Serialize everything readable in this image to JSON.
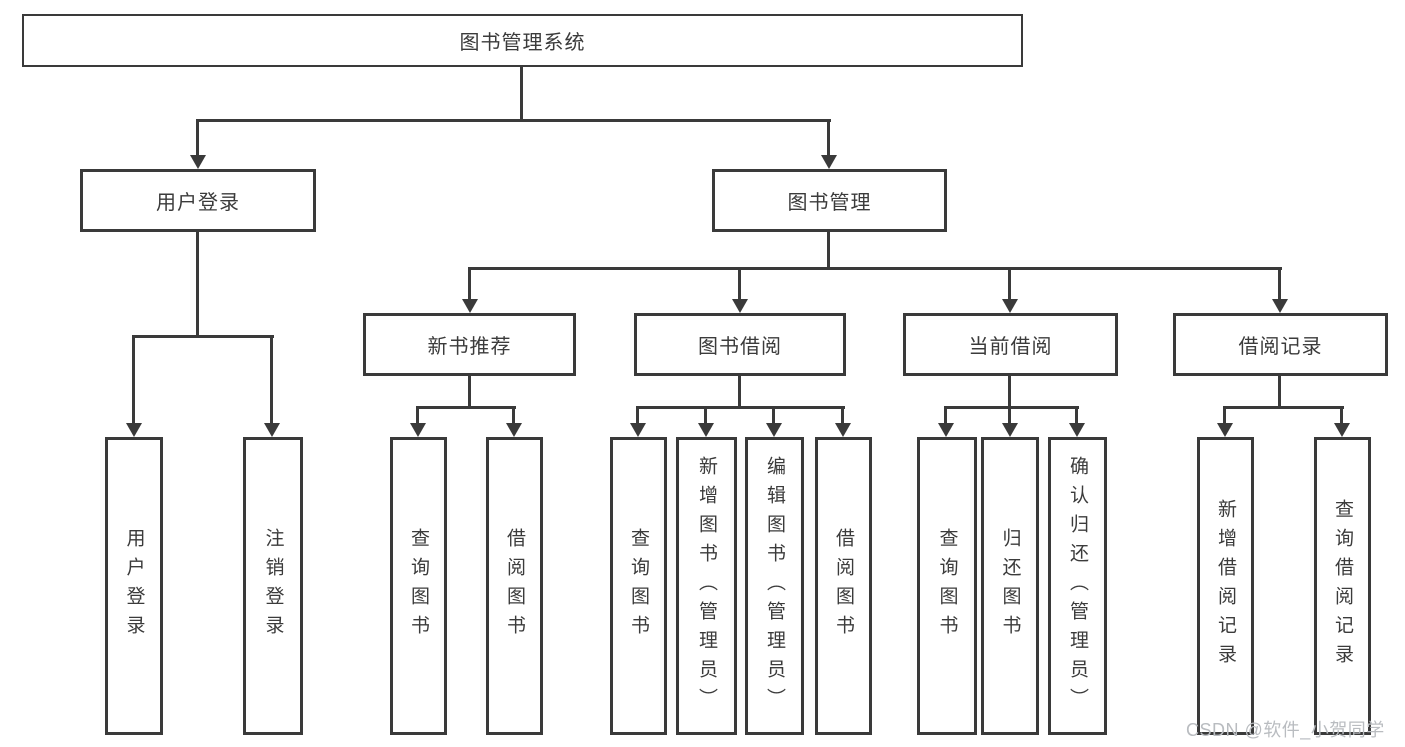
{
  "diagram": {
    "type": "hierarchy-tree",
    "colors": {
      "line": "#3a3a3a",
      "box_border": "#3a3a3a",
      "text": "#3b3b3b",
      "background": "#ffffff",
      "watermark": "#b9bcc0"
    },
    "watermark": "CSDN @软件_小贺同学",
    "tree": {
      "root": {
        "label": "图书管理系统"
      },
      "children": [
        {
          "label": "用户登录",
          "children": [
            {
              "label": "用户登录"
            },
            {
              "label": "注销登录"
            }
          ]
        },
        {
          "label": "图书管理",
          "children": [
            {
              "label": "新书推荐",
              "children": [
                {
                  "label": "查询图书"
                },
                {
                  "label": "借阅图书"
                }
              ]
            },
            {
              "label": "图书借阅",
              "children": [
                {
                  "label": "查询图书"
                },
                {
                  "label": "新增图书（管理员）"
                },
                {
                  "label": "编辑图书（管理员）"
                },
                {
                  "label": "借阅图书"
                }
              ]
            },
            {
              "label": "当前借阅",
              "children": [
                {
                  "label": "查询图书"
                },
                {
                  "label": "归还图书"
                },
                {
                  "label": "确认归还（管理员）"
                }
              ]
            },
            {
              "label": "借阅记录",
              "children": [
                {
                  "label": "新增借阅记录"
                },
                {
                  "label": "查询借阅记录"
                }
              ]
            }
          ]
        }
      ]
    }
  }
}
